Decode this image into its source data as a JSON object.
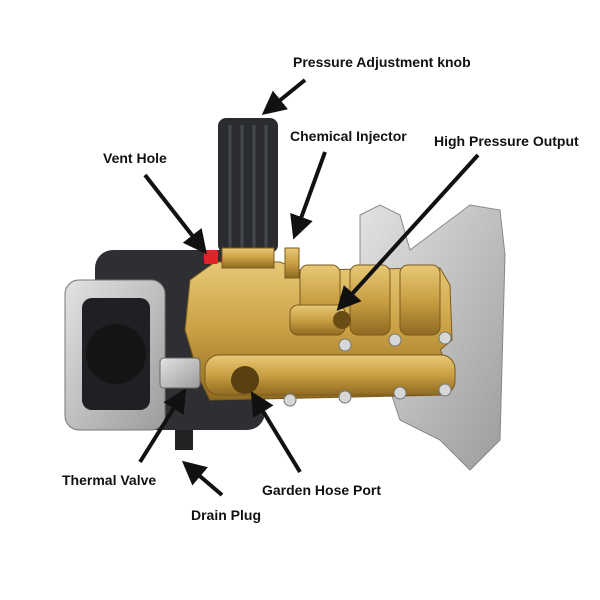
{
  "labels": {
    "pressure_knob": "Pressure Adjustment knob",
    "chemical_injector": "Chemical Injector",
    "high_pressure_output": "High Pressure Output",
    "vent_hole": "Vent Hole",
    "thermal_valve": "Thermal Valve",
    "garden_hose_port": "Garden Hose Port",
    "drain_plug": "Drain Plug"
  },
  "colors": {
    "brass": "#c9a043",
    "aluminum": "#c8c8c8",
    "housing": "#2e2f33",
    "knob": "#2a2c30",
    "vent": "#e0242a"
  }
}
